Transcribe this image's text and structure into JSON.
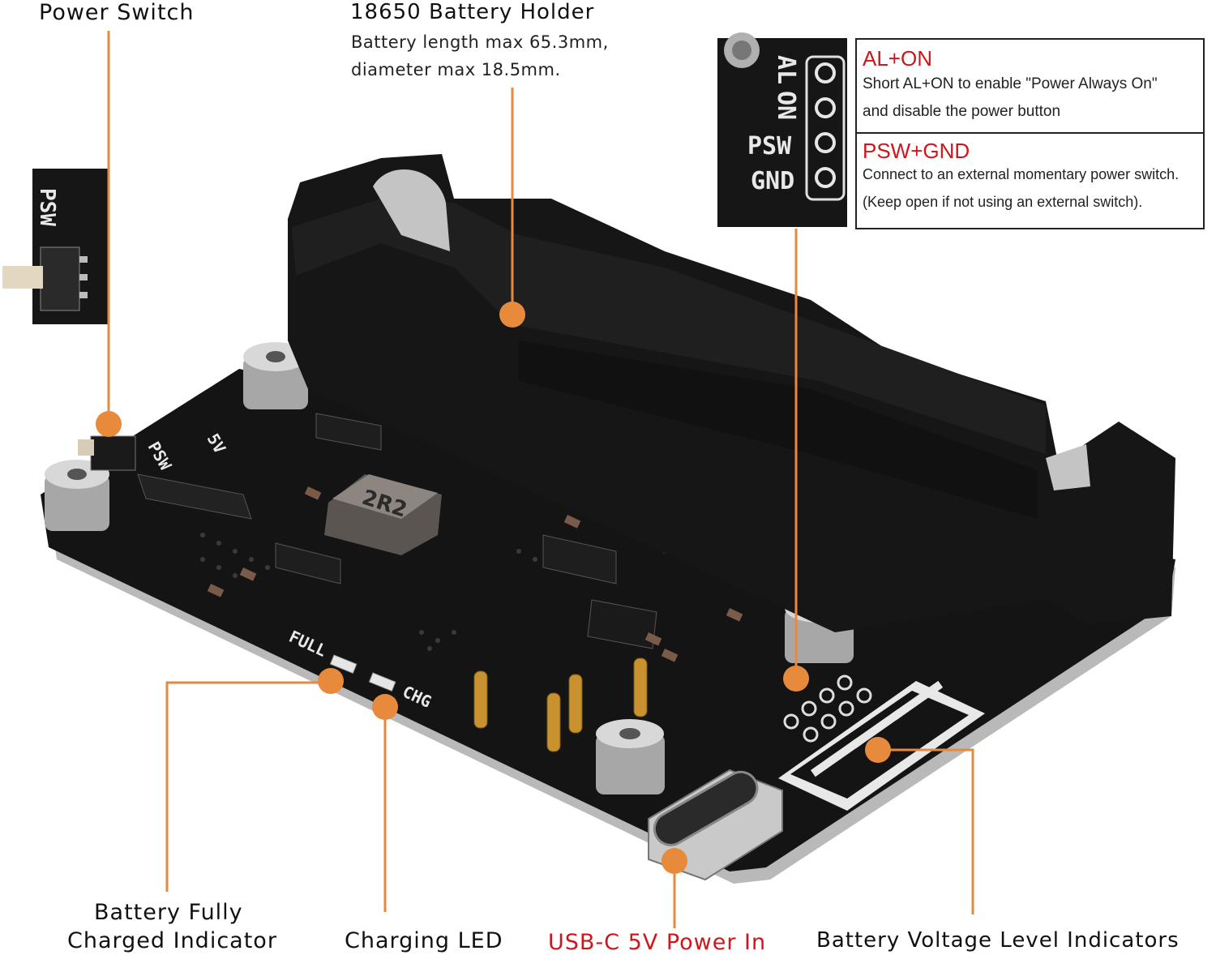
{
  "labels": {
    "power_switch": "Power Switch",
    "battery_holder": "18650 Battery Holder",
    "battery_holder_note_1": "Battery length max 65.3mm,",
    "battery_holder_note_2": "diameter max 18.5mm.",
    "fully_charged_1": "Battery Fully",
    "fully_charged_2": "Charged Indicator",
    "charging_led": "Charging LED",
    "usb_power": "USB-C 5V Power In",
    "voltage_indicators": "Battery Voltage Level Indicators"
  },
  "info": {
    "alon_title": "AL+ON",
    "alon_body_1": "Short AL+ON to enable \"Power Always On\"",
    "alon_body_2": "and disable the power button",
    "pswgnd_title": "PSW+GND",
    "pswgnd_body_1": "Connect to an external momentary power switch.",
    "pswgnd_body_2": "(Keep open if not using an external switch)."
  },
  "silkscreen": {
    "pins": [
      "AL",
      "ON",
      "PSW",
      "GND"
    ],
    "inset_psw": "PSW",
    "board_5v": "5V",
    "board_psw": "PSW",
    "board_full": "FULL",
    "board_chg": "CHG",
    "inductor": "2R2"
  },
  "colors": {
    "callout": "#e88a3c",
    "accent_red": "#d1161b",
    "pcb": "#141414"
  }
}
